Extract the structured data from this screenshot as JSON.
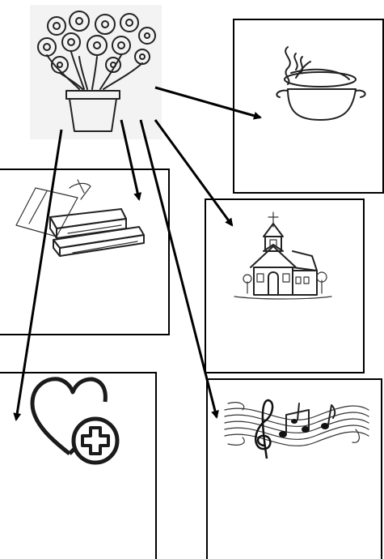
{
  "diagram": {
    "source": {
      "icon": "flower-pot-icon"
    },
    "targets": [
      {
        "id": "cooking-pot",
        "icon": "cooking-pot-icon"
      },
      {
        "id": "books",
        "icon": "books-icon"
      },
      {
        "id": "church",
        "icon": "church-icon"
      },
      {
        "id": "health",
        "icon": "heart-plus-icon"
      },
      {
        "id": "music",
        "icon": "music-notes-icon"
      }
    ],
    "arrows": [
      {
        "from": "flower-pot",
        "to": "cooking-pot"
      },
      {
        "from": "flower-pot",
        "to": "books"
      },
      {
        "from": "flower-pot",
        "to": "church"
      },
      {
        "from": "flower-pot",
        "to": "health"
      },
      {
        "from": "flower-pot",
        "to": "music"
      }
    ],
    "colors": {
      "line": "#000000",
      "background": "#ffffff",
      "photo_bg": "#f3f3f3"
    }
  }
}
